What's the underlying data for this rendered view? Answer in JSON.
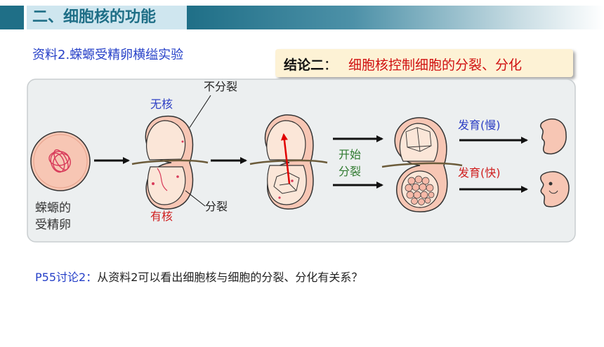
{
  "header": {
    "title": "二、细胞核的功能"
  },
  "material": {
    "title": "资料2.蝾螈受精卵横缢实验"
  },
  "conclusion": {
    "label": "结论二",
    "colon": "：",
    "text": "细胞核控制细胞的分裂、分化"
  },
  "diagram": {
    "egg_label_line1": "蝾螈的",
    "egg_label_line2": "受精卵",
    "no_nucleus": "无核",
    "no_division": "不分裂",
    "has_nucleus": "有核",
    "division": "分裂",
    "start_line1": "开始",
    "start_line2": "分裂",
    "develop_slow": "发育(慢)",
    "develop_fast": "发育(快)",
    "colors": {
      "blue_label": "#2d3fc4",
      "red_label": "#d02020",
      "green_label": "#2f7a2f",
      "cell_fill": "#f7c6b4",
      "cell_outline": "#333333"
    }
  },
  "discussion": {
    "label": "P55讨论2：",
    "question": "从资料2可以看出细胞核与细胞的分裂、分化有关系？"
  }
}
